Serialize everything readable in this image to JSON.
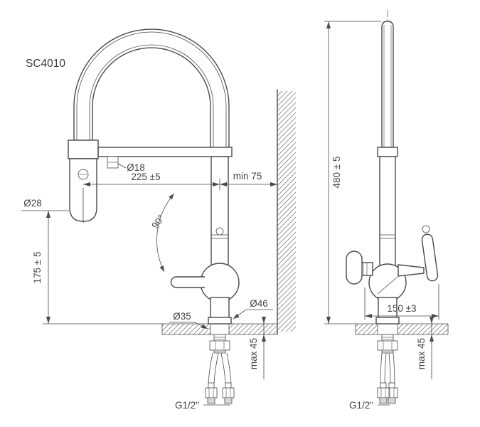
{
  "title": "SC4010",
  "colors": {
    "line": "#4a4a4a",
    "hatch": "#8c8c8c",
    "text": "#454545"
  },
  "front_view": {
    "spout_tube_diameter": "Ø18",
    "spout_reach": "225 ±5",
    "min_wall_distance": "min 75",
    "spray_head_diameter": "Ø28",
    "spray_head_height": "175 ± 5",
    "swivel_angle": "90°",
    "mounting_hole_diameter": "Ø35",
    "base_diameter": "Ø46",
    "max_counter_thickness": "max 45",
    "connection_thread": "G1/2\""
  },
  "side_view": {
    "total_height": "480 ± 5",
    "body_depth": "150 ±3",
    "max_counter_thickness": "max 45",
    "connection_thread": "G1/2\""
  }
}
